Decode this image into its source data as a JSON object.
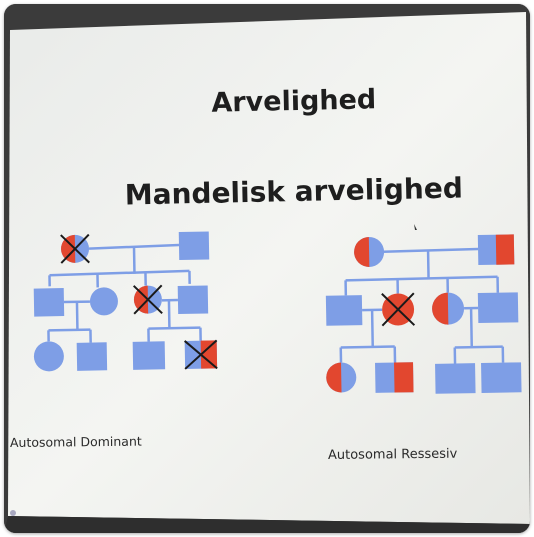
{
  "slide": {
    "title": "Arvelighed",
    "subtitle": "Mandelisk arvelighed",
    "left_caption": "Autosomal Dominant",
    "right_caption": "Autosomal Ressesiv"
  },
  "colors": {
    "unaffected": "#7e9ee6",
    "affected": "#e2472f",
    "line": "#7e9ee6",
    "cross": "#1a1a1a",
    "screen": "#f1f2ef",
    "dark_surround": "#3a3a3a"
  }
}
